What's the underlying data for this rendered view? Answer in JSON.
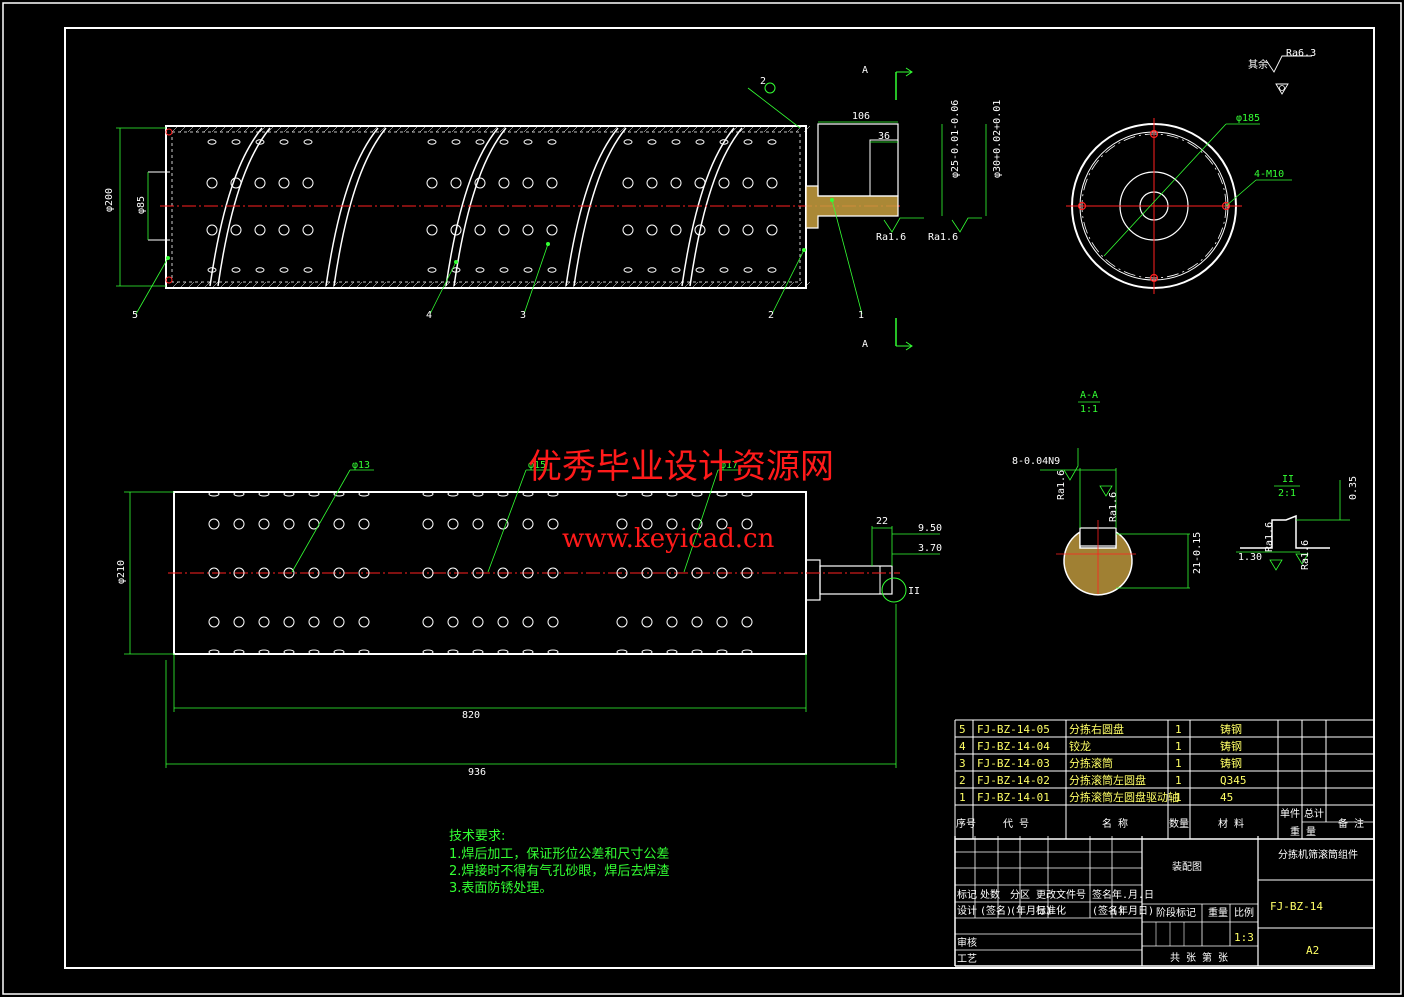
{
  "colors": {
    "background": "#000000",
    "outline": "#ffffff",
    "dimension": "#33ff33",
    "centerline": "#ff2020",
    "hatch": "#c8a040",
    "table_text": "#ffff66",
    "watermark": "#ff1a1a"
  },
  "watermark": {
    "line1": "优秀毕业设计资源网",
    "line2": "www.keyicad.cn"
  },
  "front_view": {
    "dims": {
      "d200": "φ200",
      "d85": "φ85",
      "len106": "106",
      "len36": "36",
      "shaft1": "φ25-0.01-0.06",
      "shaft2": "φ30+0.02+0.01",
      "ra_left": "Ra1.6",
      "ra_right": "Ra1.6"
    },
    "callouts": [
      "5",
      "4",
      "3",
      "2",
      "1"
    ],
    "section_mark": "A",
    "weld_mark": "2"
  },
  "side_view": {
    "d185": "φ185",
    "threads": "4-M10"
  },
  "surface_finish": {
    "prefix": "其余",
    "value": "Ra6.3"
  },
  "section_view": {
    "title": "A-A",
    "scale": "1:1",
    "key_width": "8-0.04N9",
    "key_depth": "21-0.15",
    "ra1": "Ra1.6",
    "ra2": "Ra1.6"
  },
  "detail_view": {
    "title": "II",
    "scale": "2:1",
    "d1": "1.30",
    "d2": "0.35",
    "ra1": "Ra1.6",
    "ra2": "Ra1.6"
  },
  "bottom_view": {
    "dims": {
      "d210": "φ210",
      "h13": "φ13",
      "h15": "φ15",
      "h17": "φ17",
      "len820": "820",
      "len936": "936",
      "d22": "22",
      "d950": "9.50",
      "d370": "3.70",
      "detail": "II"
    }
  },
  "tech_notes": {
    "title": "技术要求:",
    "items": [
      "1.焊后加工，保证形位公差和尺寸公差",
      "2.焊接时不得有气孔砂眼，焊后去焊渣",
      "3.表面防锈处理。"
    ]
  },
  "bom": {
    "rows": [
      {
        "no": "5",
        "code": "FJ-BZ-14-05",
        "name": "分拣右圆盘",
        "qty": "1",
        "material": "铸钢"
      },
      {
        "no": "4",
        "code": "FJ-BZ-14-04",
        "name": "铰龙",
        "qty": "1",
        "material": "铸钢"
      },
      {
        "no": "3",
        "code": "FJ-BZ-14-03",
        "name": "分拣滚筒",
        "qty": "1",
        "material": "铸钢"
      },
      {
        "no": "2",
        "code": "FJ-BZ-14-02",
        "name": "分拣滚筒左圆盘",
        "qty": "1",
        "material": "Q345"
      },
      {
        "no": "1",
        "code": "FJ-BZ-14-01",
        "name": "分拣滚筒左圆盘驱动轴",
        "qty": "1",
        "material": "45"
      }
    ],
    "header": {
      "no": "序号",
      "code": "代  号",
      "name": "名  称",
      "qty": "数量",
      "material": "材  料",
      "unit_weight": "单件",
      "total_weight": "总计",
      "weight": "重  量",
      "remarks": "备  注"
    }
  },
  "title_block": {
    "design_name": "分拣机筛滚筒组件",
    "drawing_no": "FJ-BZ-14",
    "size": "A2",
    "scale": "1:3",
    "center_label": "装配图",
    "row1": [
      "标记",
      "处数",
      "分区",
      "更改文件号",
      "签名",
      "年.月.日"
    ],
    "row2": [
      "设计",
      "(签名)",
      "(年月日)",
      "标准化",
      "(签名)",
      "(年月日)"
    ],
    "stage": "阶段标记",
    "weight": "重量",
    "ratio": "比例",
    "review": "审核",
    "process": "工艺",
    "sheets": "共  张  第  张"
  }
}
